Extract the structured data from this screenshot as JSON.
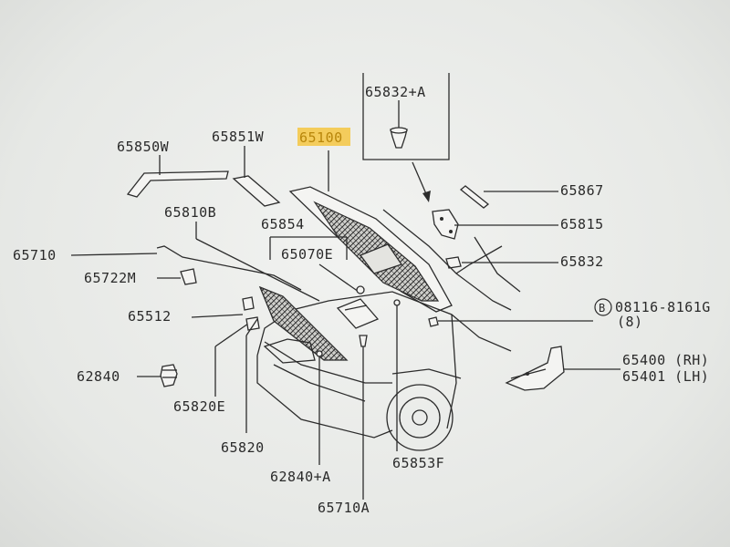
{
  "diagram": {
    "highlight_color": "#f5c542",
    "labels": {
      "p65832a": "65832+A",
      "p65850w": "65850W",
      "p65851w": "65851W",
      "p65100": "65100",
      "p65867": "65867",
      "p65810b": "65810B",
      "p65854": "65854",
      "p65815": "65815",
      "p65710": "65710",
      "p65070e": "65070E",
      "p65722m": "65722M",
      "p65832": "65832",
      "p08116": "08116-8161G",
      "p08116_qty": "(8)",
      "bolt_marker": "B",
      "p65512": "65512",
      "p65400": "65400 (RH)",
      "p65401": "65401 (LH)",
      "p62840": "62840",
      "p65820e": "65820E",
      "p65820": "65820",
      "p65853f": "65853F",
      "p62840a": "62840+A",
      "p65710a": "65710A"
    }
  }
}
